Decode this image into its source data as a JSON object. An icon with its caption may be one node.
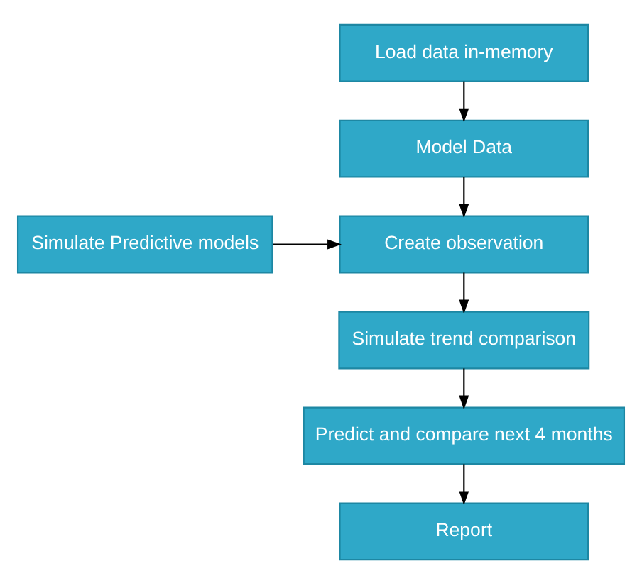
{
  "diagram": {
    "nodes": [
      {
        "text": [
          "Load data in-memory"
        ]
      },
      {
        "text": [
          "Model Data"
        ]
      },
      {
        "text": [
          "Create observation"
        ]
      },
      {
        "text": [
          "Simulate Predictive models"
        ]
      },
      {
        "text": [
          "Simulate trend comparison"
        ]
      },
      {
        "text": [
          "Predict and compare next 4 months"
        ]
      },
      {
        "text": [
          "Report"
        ]
      }
    ],
    "edges": [
      {
        "from": 0,
        "to": 1,
        "arrow": "to"
      },
      {
        "from": 1,
        "to": 2,
        "arrow": "to"
      },
      {
        "from": 3,
        "to": 2,
        "arrow": "to"
      },
      {
        "from": 2,
        "to": 4,
        "arrow": "to"
      },
      {
        "from": 4,
        "to": 5,
        "arrow": "to"
      },
      {
        "from": 5,
        "to": 6,
        "arrow": "to"
      }
    ]
  }
}
